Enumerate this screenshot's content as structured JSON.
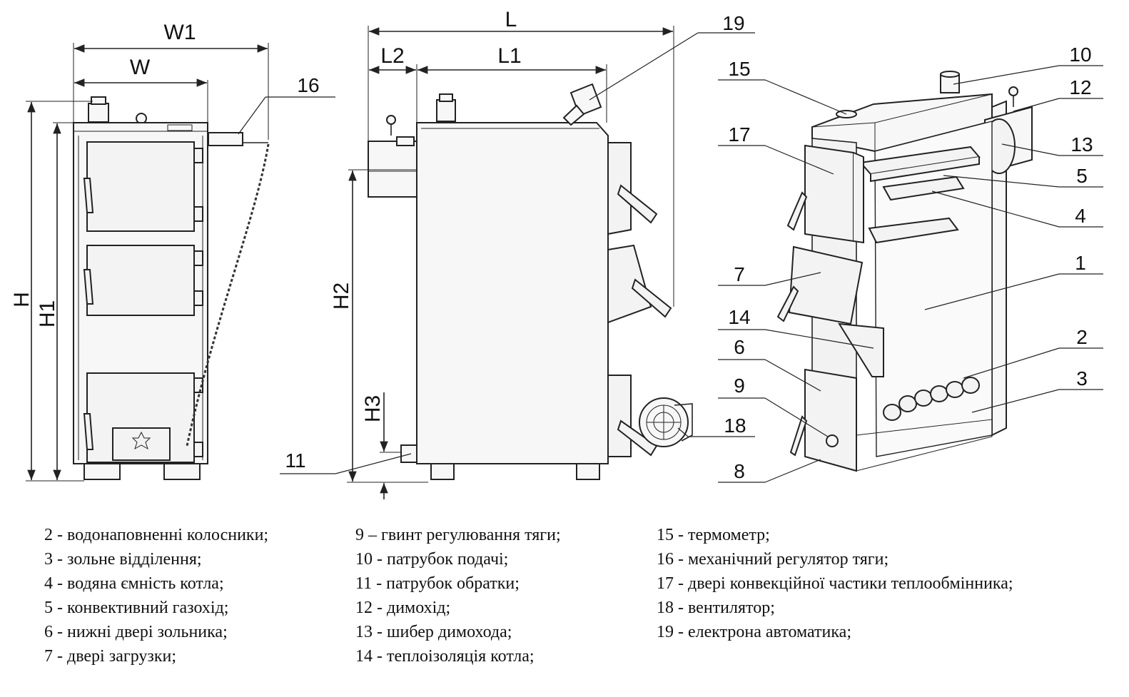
{
  "dimensions": {
    "W1": "W1",
    "W": "W",
    "H": "H",
    "H1": "H1",
    "L": "L",
    "L2": "L2",
    "L1": "L1",
    "H2": "H2",
    "H3": "H3"
  },
  "callouts": {
    "c1": "1",
    "c2": "2",
    "c3": "3",
    "c4": "4",
    "c5": "5",
    "c6": "6",
    "c7": "7",
    "c8": "8",
    "c9": "9",
    "c10": "10",
    "c11": "11",
    "c12": "12",
    "c13": "13",
    "c14": "14",
    "c15": "15",
    "c16": "16",
    "c17": "17",
    "c18": "18",
    "c19": "19"
  },
  "legend": {
    "col1": [
      "2 - водонаповненні колосники;",
      "3 - зольне відділення;",
      "4 - водяна ємність котла;",
      "5 - конвективний газохід;",
      "6 - нижні двері зольника;",
      "7 - двері загрузки;"
    ],
    "col2": [
      "9 – гвинт регулювання тяги;",
      "10 - патрубок подачі;",
      "11 - патрубок обратки;",
      "12 - димохід;",
      "13 - шибер димохода;",
      "14 - теплоізоляція котла;"
    ],
    "col3": [
      "15 - термометр;",
      "16 - механічний регулятор тяги;",
      "17 - двері конвекційної частики теплообмінника;",
      "18 - вентилятор;",
      "19 - електрона автоматика;"
    ]
  }
}
